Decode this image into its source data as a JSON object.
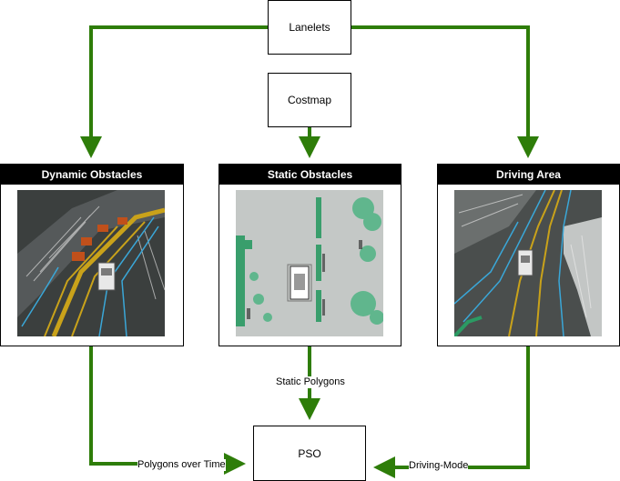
{
  "nodes": {
    "lanelets": "Lanelets",
    "costmap": "Costmap",
    "pso": "PSO"
  },
  "panels": {
    "dynamic": {
      "title": "Dynamic Obstacles",
      "image": "lidar point cloud with tracked vehicles and lane lines"
    },
    "static": {
      "title": "Static Obstacles",
      "image": "top-down costmap with obstacle polygons around a car"
    },
    "driving": {
      "title": "Driving Area",
      "image": "lidar point cloud with drivable lane boundaries"
    }
  },
  "edges": {
    "static_polygons": "Static Polygons",
    "polygons_over_time": "Polygons over Time",
    "driving_mode": "Driving-Mode"
  },
  "colors": {
    "arrow": "#2e7d09",
    "header": "#000000",
    "box_border": "#000000"
  }
}
